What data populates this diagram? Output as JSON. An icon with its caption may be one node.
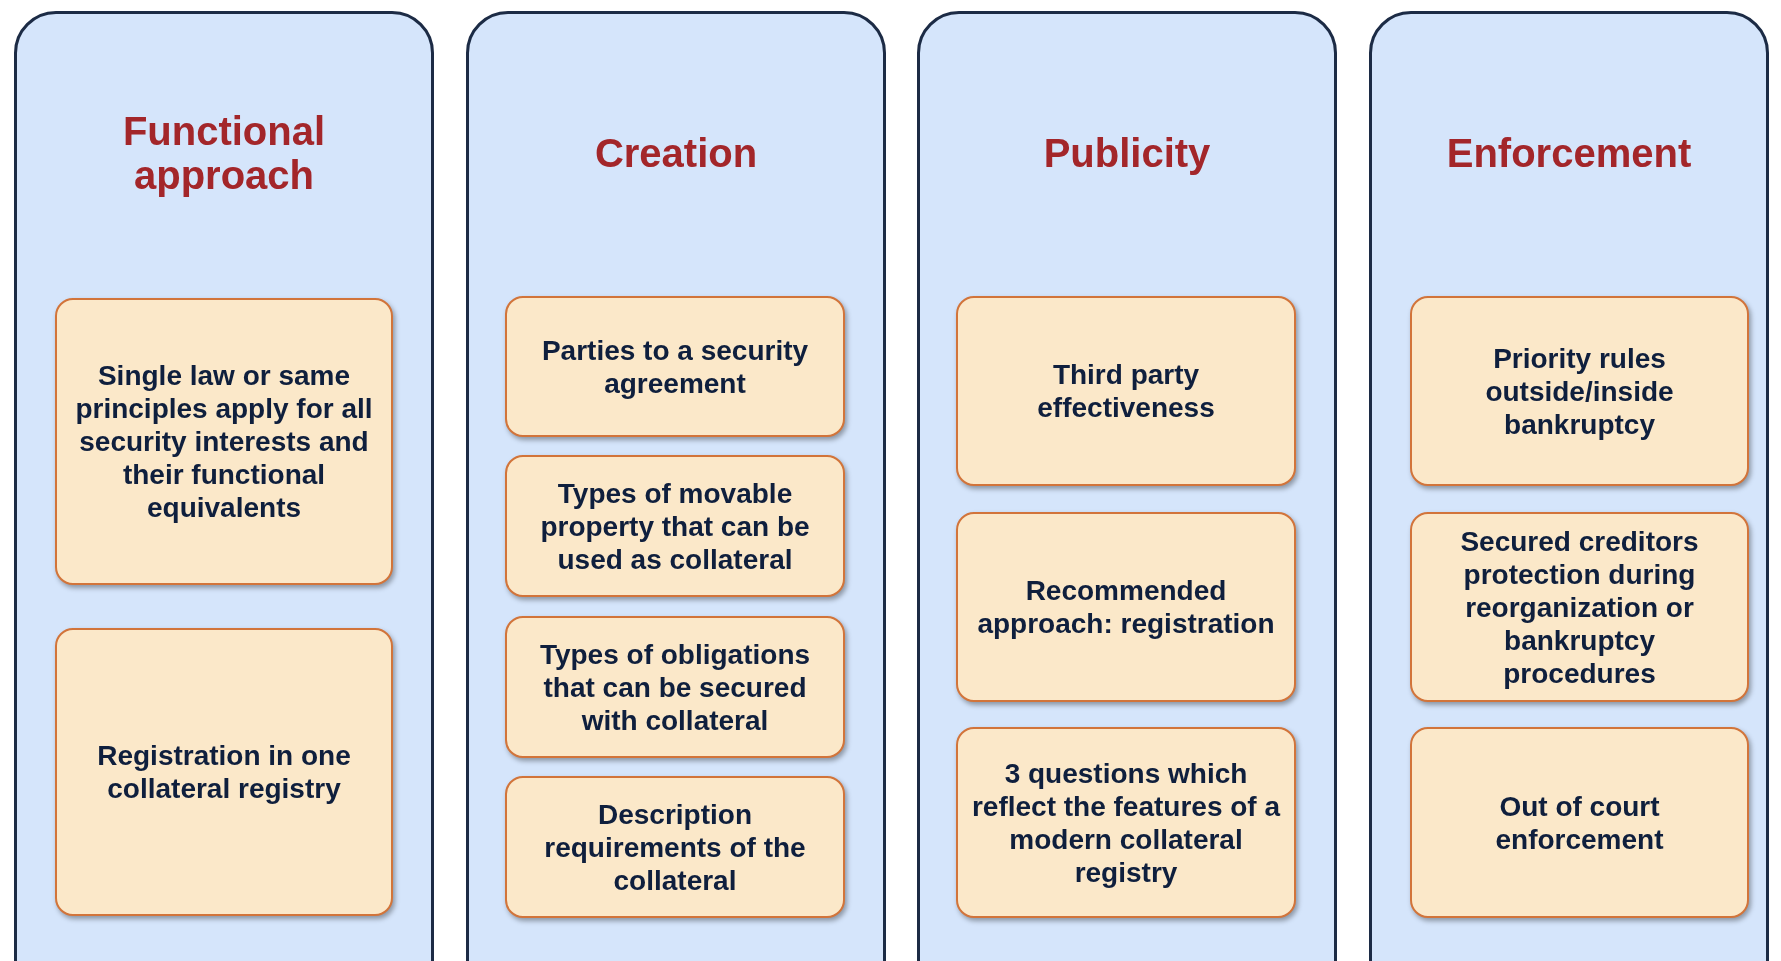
{
  "diagram": {
    "nodes": [
      {
        "text": [
          "Functional approach"
        ]
      },
      {
        "text": [
          "Single law or same principles apply for all security interests and their functional equivalents"
        ],
        "in": 0
      },
      {
        "text": [
          "Registration in one collateral registry"
        ],
        "in": 0
      },
      {
        "text": [
          "Creation"
        ]
      },
      {
        "text": [
          "Parties to a security agreement"
        ],
        "in": 3
      },
      {
        "text": [
          "Types of movable property that can be used as collateral"
        ],
        "in": 3
      },
      {
        "text": [
          "Types of obligations that can be secured with collateral"
        ],
        "in": 3
      },
      {
        "text": [
          "Description requirements of the collateral"
        ],
        "in": 3
      },
      {
        "text": [
          "Publicity"
        ]
      },
      {
        "text": [
          "Third party effectiveness"
        ],
        "in": 8
      },
      {
        "text": [
          "Recommended approach: registration"
        ],
        "in": 8
      },
      {
        "text": [
          "3 questions which reflect the features of a modern collateral registry"
        ],
        "in": 8
      },
      {
        "text": [
          "Enforcement"
        ]
      },
      {
        "text": [
          "Priority rules outside/inside bankruptcy"
        ],
        "in": 12
      },
      {
        "text": [
          "Secured creditors protection during reorganization or bankruptcy procedures"
        ],
        "in": 12
      },
      {
        "text": [
          "Out of court enforcement"
        ],
        "in": 12
      }
    ],
    "edges": []
  }
}
